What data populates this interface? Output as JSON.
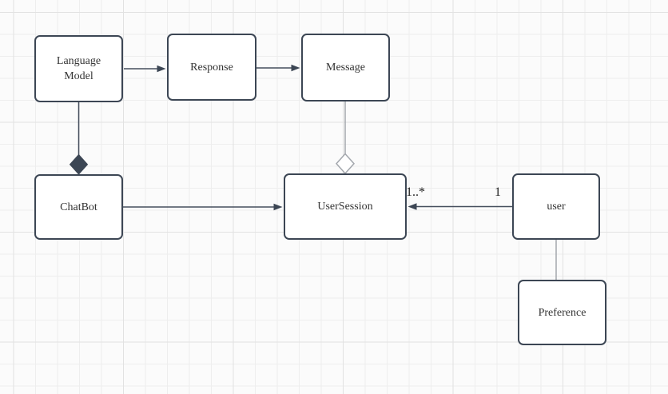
{
  "canvas": {
    "kind": "uml-class-diagram",
    "background_color": "#fbfbfb",
    "grid_minor_color": "#eeeeee",
    "grid_major_color": "#e2e2e2"
  },
  "colors": {
    "shape_border": "#3c4654",
    "shape_fill": "#ffffff",
    "shape_text": "#333333",
    "edge_dark": "#454e5d",
    "edge_gray": "#a3a7ad"
  },
  "nodes": {
    "language_model": {
      "label": "Language Model"
    },
    "response": {
      "label": "Response"
    },
    "message": {
      "label": "Message"
    },
    "chatbot": {
      "label": "ChatBot"
    },
    "user_session": {
      "label": "UserSession"
    },
    "user": {
      "label": "user"
    },
    "preference": {
      "label": "Preference"
    }
  },
  "edges": {
    "language_model_response": {
      "from": "Language Model",
      "to": "Response",
      "type": "directed-association",
      "marker": "filled-arrowhead"
    },
    "response_message": {
      "from": "Response",
      "to": "Message",
      "type": "directed-association",
      "marker": "filled-arrowhead"
    },
    "language_model_chatbot": {
      "from": "Language Model",
      "to": "ChatBot",
      "type": "composition",
      "marker": "filled-diamond"
    },
    "message_usersession": {
      "from": "Message",
      "to": "UserSession",
      "type": "aggregation",
      "marker": "hollow-diamond"
    },
    "chatbot_usersession": {
      "from": "ChatBot",
      "to": "UserSession",
      "type": "directed-association",
      "marker": "filled-arrowhead"
    },
    "user_usersession": {
      "from": "user",
      "to": "UserSession",
      "type": "directed-association",
      "marker": "filled-arrowhead",
      "source_multiplicity": "1",
      "target_multiplicity": "1..*"
    },
    "user_preference": {
      "from": "user",
      "to": "Preference",
      "type": "plain-line",
      "marker": "none"
    }
  }
}
